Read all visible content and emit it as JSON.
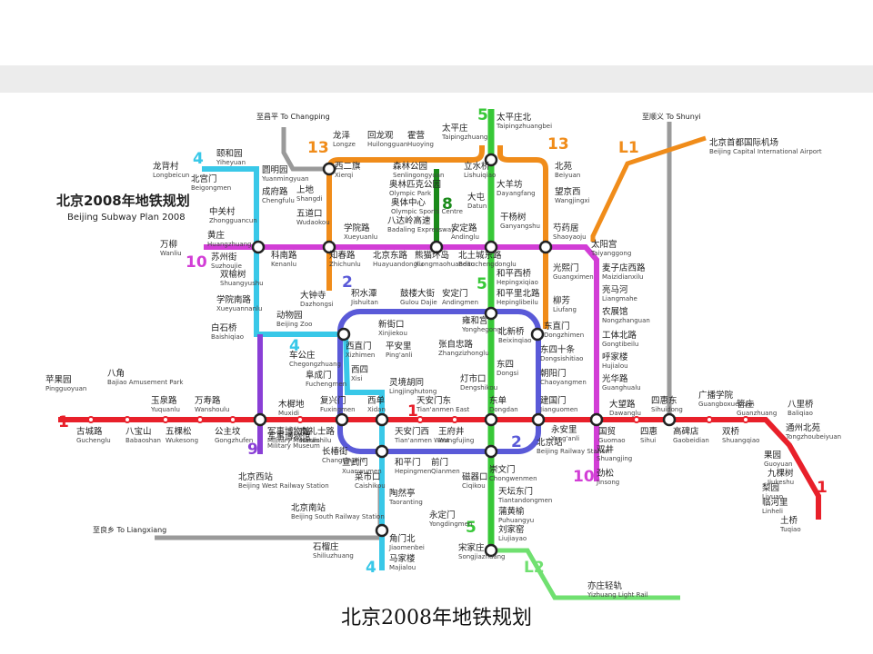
{
  "title": {
    "cn": "北京2008年地铁规划",
    "en": "Beijing Subway Plan 2008",
    "caption": "北京2008年地铁规划"
  },
  "colors": {
    "line1": "#e8202a",
    "line2": "#5a5ad8",
    "line4": "#39c8e8",
    "line5": "#38c838",
    "line8": "#1a8a1a",
    "line9": "#8a3fd6",
    "line10": "#d23ed6",
    "line13": "#f08c1a",
    "lineL1": "#f08c1a",
    "lineL2": "#70e070",
    "grey": "#9a9a9a"
  },
  "lines": [
    {
      "id": "l1",
      "label": "1"
    },
    {
      "id": "l2",
      "label": "2"
    },
    {
      "id": "l4",
      "label": "4"
    },
    {
      "id": "l5",
      "label": "5"
    },
    {
      "id": "l8",
      "label": "8"
    },
    {
      "id": "l9",
      "label": "9"
    },
    {
      "id": "l10",
      "label": "10"
    },
    {
      "id": "l13",
      "label": "13"
    },
    {
      "id": "lL1",
      "label": "L1"
    },
    {
      "id": "lL2",
      "label": "L2"
    }
  ],
  "directions": {
    "changping": "至昌平 To Changping",
    "shunyi": "至顺义 To Shunyi",
    "liangxiang": "至良乡 To Liangxiang"
  },
  "stations": [
    {
      "cn": "苹果园",
      "en": "Pingguoyuan"
    },
    {
      "cn": "古城路",
      "en": "Guchenglu"
    },
    {
      "cn": "八角",
      "en": "Bajiao Amusement Park"
    },
    {
      "cn": "八宝山",
      "en": "Babaoshan"
    },
    {
      "cn": "玉泉路",
      "en": "Yuquanlu"
    },
    {
      "cn": "五棵松",
      "en": "Wukesong"
    },
    {
      "cn": "万寿路",
      "en": "Wanshoulu"
    },
    {
      "cn": "公主坟",
      "en": "Gongzhufen"
    },
    {
      "cn": "军事博物馆",
      "en": "Military Museum"
    },
    {
      "cn": "木樨地",
      "en": "Muxidi"
    },
    {
      "cn": "南礼士路",
      "en": "Nanlishilu"
    },
    {
      "cn": "复兴门",
      "en": "Fuxingmen"
    },
    {
      "cn": "西单",
      "en": "Xidan"
    },
    {
      "cn": "天安门西",
      "en": "Tian'anmen West"
    },
    {
      "cn": "天安门东",
      "en": "Tian'anmen East"
    },
    {
      "cn": "王府井",
      "en": "Wangfujing"
    },
    {
      "cn": "东单",
      "en": "Dongdan"
    },
    {
      "cn": "建国门",
      "en": "Jianguomen"
    },
    {
      "cn": "永安里",
      "en": "Yong'anli"
    },
    {
      "cn": "国贸",
      "en": "Guomao"
    },
    {
      "cn": "大望路",
      "en": "Dawanglu"
    },
    {
      "cn": "四惠",
      "en": "Sihui"
    },
    {
      "cn": "四惠东",
      "en": "Sihuidong"
    },
    {
      "cn": "高碑店",
      "en": "Gaobeidian"
    },
    {
      "cn": "广播学院",
      "en": "Guangboxueyuan"
    },
    {
      "cn": "双桥",
      "en": "Shuangqiao"
    },
    {
      "cn": "管庄",
      "en": "Guanzhuang"
    },
    {
      "cn": "八里桥",
      "en": "Baliqiao"
    },
    {
      "cn": "通州北苑",
      "en": "Tongzhoubeiyuan"
    },
    {
      "cn": "果园",
      "en": "Guoyuan"
    },
    {
      "cn": "九棵树",
      "en": "Jiukeshu"
    },
    {
      "cn": "梨园",
      "en": "Liyuan"
    },
    {
      "cn": "临河里",
      "en": "Linheli"
    },
    {
      "cn": "土桥",
      "en": "Tuqiao"
    },
    {
      "cn": "西直门",
      "en": "Xizhimen"
    },
    {
      "cn": "积水潭",
      "en": "Jishuitan"
    },
    {
      "cn": "鼓楼大街",
      "en": "Gulou Dajie"
    },
    {
      "cn": "安定门",
      "en": "Andingmen"
    },
    {
      "cn": "雍和宫",
      "en": "Yonghegong"
    },
    {
      "cn": "东直门",
      "en": "Dongzhimen"
    },
    {
      "cn": "东四十条",
      "en": "Dongsishitiao"
    },
    {
      "cn": "朝阳门",
      "en": "Chaoyangmen"
    },
    {
      "cn": "北京站",
      "en": "Beijing Railway Station"
    },
    {
      "cn": "崇文门",
      "en": "Chongwenmen"
    },
    {
      "cn": "前门",
      "en": "Qianmen"
    },
    {
      "cn": "和平门",
      "en": "Hepingmen"
    },
    {
      "cn": "宣武门",
      "en": "Xuanwumen"
    },
    {
      "cn": "长椿街",
      "en": "Changchunjie"
    },
    {
      "cn": "车公庄",
      "en": "Chegongzhuang"
    },
    {
      "cn": "阜成门",
      "en": "Fuchengmen"
    },
    {
      "cn": "龙背村",
      "en": "Longbeicun"
    },
    {
      "cn": "颐和园",
      "en": "Yiheyuan"
    },
    {
      "cn": "北宫门",
      "en": "Beigongmen"
    },
    {
      "cn": "圆明园",
      "en": "Yuanmingyuan"
    },
    {
      "cn": "成府路",
      "en": "Chengfulu"
    },
    {
      "cn": "中关村",
      "en": "Zhongguancun"
    },
    {
      "cn": "黄庄",
      "en": "Huangzhuang"
    },
    {
      "cn": "苏州街",
      "en": "Suzhoujie"
    },
    {
      "cn": "双榆树",
      "en": "Shuangyushu"
    },
    {
      "cn": "学院南路",
      "en": "Xueyuannanlu"
    },
    {
      "cn": "白石桥",
      "en": "Baishiqiao"
    },
    {
      "cn": "动物园",
      "en": "Beijing Zoo"
    },
    {
      "cn": "新街口",
      "en": "Xinjiekou"
    },
    {
      "cn": "平安里",
      "en": "Ping'anli"
    },
    {
      "cn": "西四",
      "en": "Xisi"
    },
    {
      "cn": "灵境胡同",
      "en": "Lingjinghutong"
    },
    {
      "cn": "菜市口",
      "en": "Caishikou"
    },
    {
      "cn": "陶然亭",
      "en": "Taoranting"
    },
    {
      "cn": "北京南站",
      "en": "Beijing South Railway Station"
    },
    {
      "cn": "角门北",
      "en": "Jiaomenbei"
    },
    {
      "cn": "马家楼",
      "en": "Majialou"
    },
    {
      "cn": "太平庄北",
      "en": "Taipingzhuangbei"
    },
    {
      "cn": "太平庄",
      "en": "Taipingzhuang"
    },
    {
      "cn": "立水桥",
      "en": "Lishuiqiao"
    },
    {
      "cn": "大羊坊",
      "en": "Dayangfang"
    },
    {
      "cn": "大屯",
      "en": "Datun"
    },
    {
      "cn": "干杨树",
      "en": "Ganyangshu"
    },
    {
      "cn": "北土城东路",
      "en": "Beituchengdonglu"
    },
    {
      "cn": "和平西桥",
      "en": "Hepingxiqiao"
    },
    {
      "cn": "和平里北路",
      "en": "Hepinglibeilu"
    },
    {
      "cn": "北新桥",
      "en": "Beixinqiao"
    },
    {
      "cn": "张自忠路",
      "en": "Zhangzizhonglu"
    },
    {
      "cn": "东四",
      "en": "Dongsi"
    },
    {
      "cn": "灯市口",
      "en": "Dengshikou"
    },
    {
      "cn": "磁器口",
      "en": "Ciqikou"
    },
    {
      "cn": "天坛东门",
      "en": "Tiantandongmen"
    },
    {
      "cn": "蒲黄榆",
      "en": "Puhuangyu"
    },
    {
      "cn": "刘家窑",
      "en": "Liujiayao"
    },
    {
      "cn": "宋家庄",
      "en": "Songjiazhuang"
    },
    {
      "cn": "森林公园",
      "en": "Senlingongyuan"
    },
    {
      "cn": "奥林匹克公园",
      "en": "Olympic Park"
    },
    {
      "cn": "奥体中心",
      "en": "Olympic Sports Centre"
    },
    {
      "cn": "八达岭高速",
      "en": "Badaling Expressway"
    },
    {
      "cn": "熊猫环岛",
      "en": "Xiongmaohuandao"
    },
    {
      "cn": "军事博物馆",
      "en": "Military Museum"
    },
    {
      "cn": "北京西站",
      "en": "Beijing West Railway Station"
    },
    {
      "cn": "万柳",
      "en": "Wanliu"
    },
    {
      "cn": "科南路",
      "en": "Kenanlu"
    },
    {
      "cn": "知春路",
      "en": "Zhichunlu"
    },
    {
      "cn": "北京东路",
      "en": "Huayuandonglu"
    },
    {
      "cn": "安定路",
      "en": "Andinglu"
    },
    {
      "cn": "芍药居",
      "en": "Shaoyaoju"
    },
    {
      "cn": "太阳宫",
      "en": "Taiyanggong"
    },
    {
      "cn": "麦子店西路",
      "en": "Maizidianxilu"
    },
    {
      "cn": "亮马河",
      "en": "Liangmahe"
    },
    {
      "cn": "农展馆",
      "en": "Nongzhanguan"
    },
    {
      "cn": "工体北路",
      "en": "Gongtibeilu"
    },
    {
      "cn": "呼家楼",
      "en": "Hujialou"
    },
    {
      "cn": "光华路",
      "en": "Guanghualu"
    },
    {
      "cn": "双井",
      "en": "Shuangjing"
    },
    {
      "cn": "劲松",
      "en": "Jinsong"
    },
    {
      "cn": "大钟寺",
      "en": "Dazhongsi"
    },
    {
      "cn": "西二旗",
      "en": "Xierqi"
    },
    {
      "cn": "龙泽",
      "en": "Longze"
    },
    {
      "cn": "回龙观",
      "en": "Huilongguan"
    },
    {
      "cn": "霍营",
      "en": "Huoying"
    },
    {
      "cn": "上地",
      "en": "Shangdi"
    },
    {
      "cn": "五道口",
      "en": "Wudaokou"
    },
    {
      "cn": "学院路",
      "en": "Xueyuanlu"
    },
    {
      "cn": "光熙门",
      "en": "Guangximen"
    },
    {
      "cn": "柳芳",
      "en": "Liufang"
    },
    {
      "cn": "北苑",
      "en": "Beiyuan"
    },
    {
      "cn": "望京西",
      "en": "Wangjingxi"
    },
    {
      "cn": "北京首都国际机场",
      "en": "Beijing Capital International Airport"
    },
    {
      "cn": "亦庄轻轨",
      "en": "Yizhuang Light Rail"
    },
    {
      "cn": "永定门",
      "en": "Yongdingmen"
    },
    {
      "cn": "石榴庄",
      "en": "Shiliuzhuang"
    }
  ]
}
